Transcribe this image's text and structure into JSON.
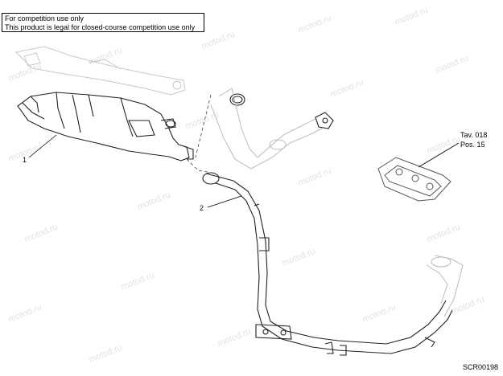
{
  "notice": {
    "line1": "For competition use only",
    "line2": "This product is legal for closed-course competition use only"
  },
  "callouts": {
    "part1": "1",
    "part2": "2",
    "ref_table": "Tav. 018",
    "ref_pos": "Pos. 15"
  },
  "watermark_text": "motod.ru",
  "drawing_code": "SCR00198"
}
